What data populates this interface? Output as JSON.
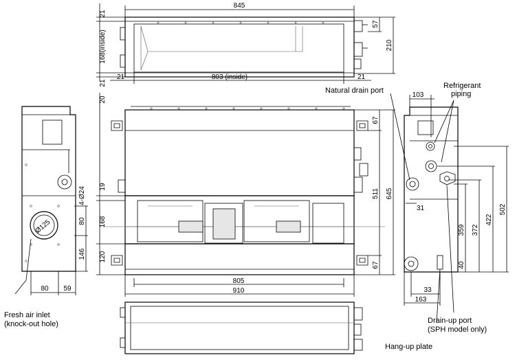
{
  "dimensions": {
    "top_width": "845",
    "top_h_21_a": "21",
    "top_h_21_b": "21",
    "top_inside_h": "168(inside)",
    "top_57": "57",
    "top_210": "210",
    "top_21_left": "21",
    "top_inside_w": "803 (inside)",
    "top_21_right": "21",
    "front_20": "20",
    "front_67_top": "67",
    "front_511": "511",
    "front_645": "645",
    "front_19": "19",
    "front_168": "168",
    "front_120": "120",
    "front_67_bottom": "67",
    "front_805": "805",
    "front_910": "910",
    "left_hole": "4-Ø24",
    "left_80_v": "80",
    "left_146": "146",
    "left_80_h": "80",
    "left_59": "59",
    "left_circle": "Ø125",
    "right_103": "103",
    "right_31": "31",
    "right_359": "359",
    "right_372": "372",
    "right_422": "422",
    "right_502": "502",
    "right_40": "40",
    "right_33": "33",
    "right_163": "163"
  },
  "labels": {
    "natural_drain": "Natural drain port",
    "refrigerant_1": "Refrigerant",
    "refrigerant_2": "piping",
    "fresh_air_1": "Fresh air inlet",
    "fresh_air_2": "(knock-out hole)",
    "drain_up_1": "Drain-up port",
    "drain_up_2": "(SPH model only)",
    "hang_up": "Hang-up plate"
  }
}
